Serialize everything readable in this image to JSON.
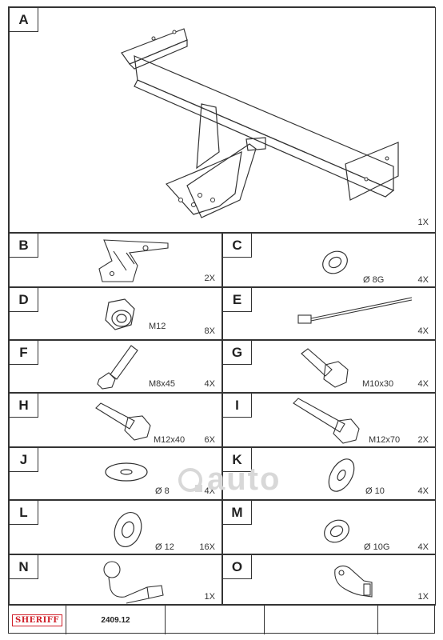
{
  "items": [
    {
      "letter": "A",
      "spec": "",
      "qty": "1X"
    },
    {
      "letter": "B",
      "spec": "",
      "qty": "2X"
    },
    {
      "letter": "C",
      "spec": "Ø 8G",
      "qty": "4X"
    },
    {
      "letter": "D",
      "spec": "M12",
      "qty": "8X"
    },
    {
      "letter": "E",
      "spec": "",
      "qty": "4X"
    },
    {
      "letter": "F",
      "spec": "M8x45",
      "qty": "4X"
    },
    {
      "letter": "G",
      "spec": "M10x30",
      "qty": "4X"
    },
    {
      "letter": "H",
      "spec": "M12x40",
      "qty": "6X"
    },
    {
      "letter": "I",
      "spec": "M12x70",
      "qty": "2X"
    },
    {
      "letter": "J",
      "spec": "Ø 8",
      "qty": "4X"
    },
    {
      "letter": "K",
      "spec": "Ø 10",
      "qty": "4X"
    },
    {
      "letter": "L",
      "spec": "Ø 12",
      "qty": "16X"
    },
    {
      "letter": "M",
      "spec": "Ø 10G",
      "qty": "4X"
    },
    {
      "letter": "N",
      "spec": "",
      "qty": "1X"
    },
    {
      "letter": "O",
      "spec": "",
      "qty": "1X"
    }
  ],
  "footer": {
    "brand": "SHERIFF",
    "code": "2409.12"
  },
  "watermark": {
    "text": "auto"
  }
}
